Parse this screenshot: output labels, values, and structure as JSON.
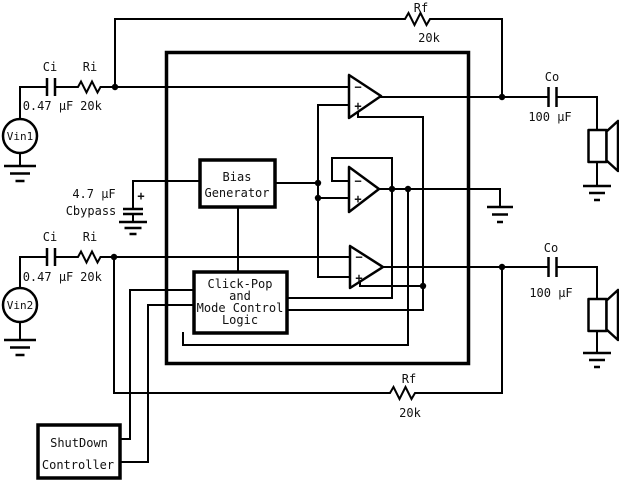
{
  "sources": {
    "vin1": "Vin1",
    "vin2": "Vin2"
  },
  "components": {
    "ci": {
      "label": "Ci",
      "value": "0.47 µF"
    },
    "ri": {
      "label": "Ri",
      "value": "20k"
    },
    "rf": {
      "label": "Rf",
      "value": "20k"
    },
    "co": {
      "label": "Co",
      "value": "100 µF"
    },
    "cbypass": {
      "value": "4.7 µF",
      "label": "Cbypass",
      "polarity": "+"
    }
  },
  "ic": {
    "bias_generator": {
      "line1": "Bias",
      "line2": "Generator"
    },
    "mode_logic": {
      "line1": "Click-Pop",
      "line2": "and",
      "line3": "Mode Control",
      "line4": "Logic"
    },
    "opamp": {
      "minus": "−",
      "plus": "+"
    }
  },
  "external": {
    "shutdown_controller": {
      "line1": "ShutDown",
      "line2": "Controller"
    }
  }
}
